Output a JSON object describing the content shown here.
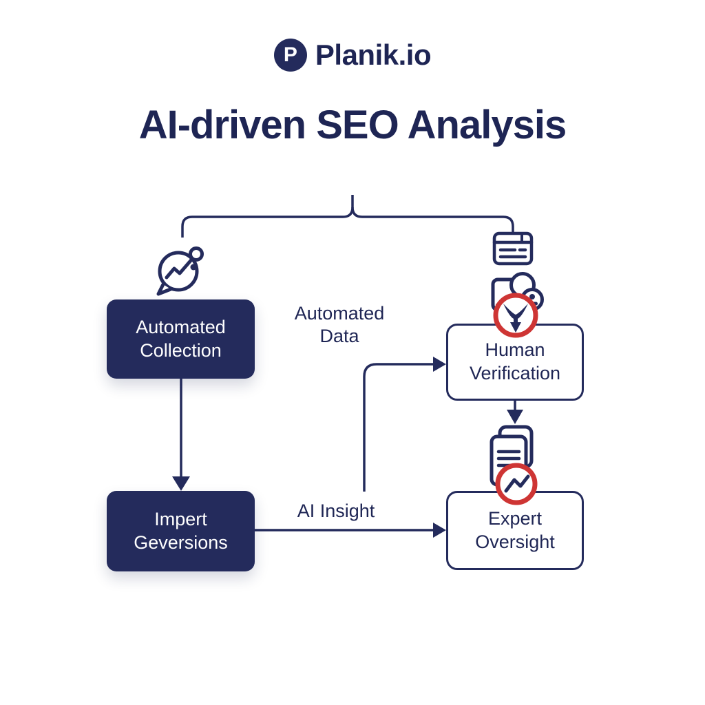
{
  "theme": {
    "navy": "#242b5c",
    "ink": "#1e2554",
    "red": "#ce3534",
    "bg": "#ffffff",
    "boxtext": "#ffffff"
  },
  "header": {
    "brand": "Planik.io",
    "logo_letter": "P"
  },
  "title": {
    "text": "AI-driven SEO Analysis"
  },
  "diagram": {
    "nodes": {
      "automated_collection": {
        "label": "Automated\nCollection"
      },
      "import_geversions": {
        "label": "Impert\nGeversions"
      },
      "human_verification": {
        "label": "Human\nVerification"
      },
      "expert_oversight": {
        "label": "Expert\nOversight"
      }
    },
    "labels": {
      "automated_data": "Automated\nData",
      "ai_insight": "AI Insight"
    },
    "icons": {
      "chat_analytics": "chat-analytics-icon",
      "browser_window": "browser-window-icon",
      "team_review": "team-review-icon",
      "down_arrow_badge": "down-arrow-badge-icon",
      "documents": "documents-icon",
      "trend_badge": "trend-badge-icon"
    }
  }
}
